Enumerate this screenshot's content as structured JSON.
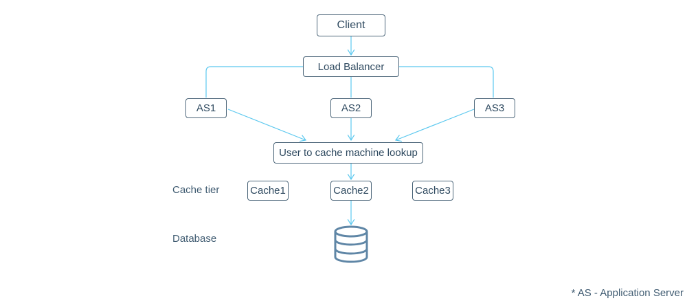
{
  "nodes": {
    "client": "Client",
    "load_balancer": "Load Balancer",
    "app_servers": [
      "AS1",
      "AS2",
      "AS3"
    ],
    "lookup": "User to cache machine lookup",
    "caches": [
      "Cache1",
      "Cache2",
      "Cache3"
    ]
  },
  "labels": {
    "cache_tier": "Cache tier",
    "database": "Database"
  },
  "footnote": "* AS - Application Server",
  "colors": {
    "connector": "#5bc8ef",
    "node_border": "#4a6478",
    "text": "#3e5a70",
    "database_icon": "#5f86a6"
  },
  "icons": {
    "database": "database-icon"
  }
}
